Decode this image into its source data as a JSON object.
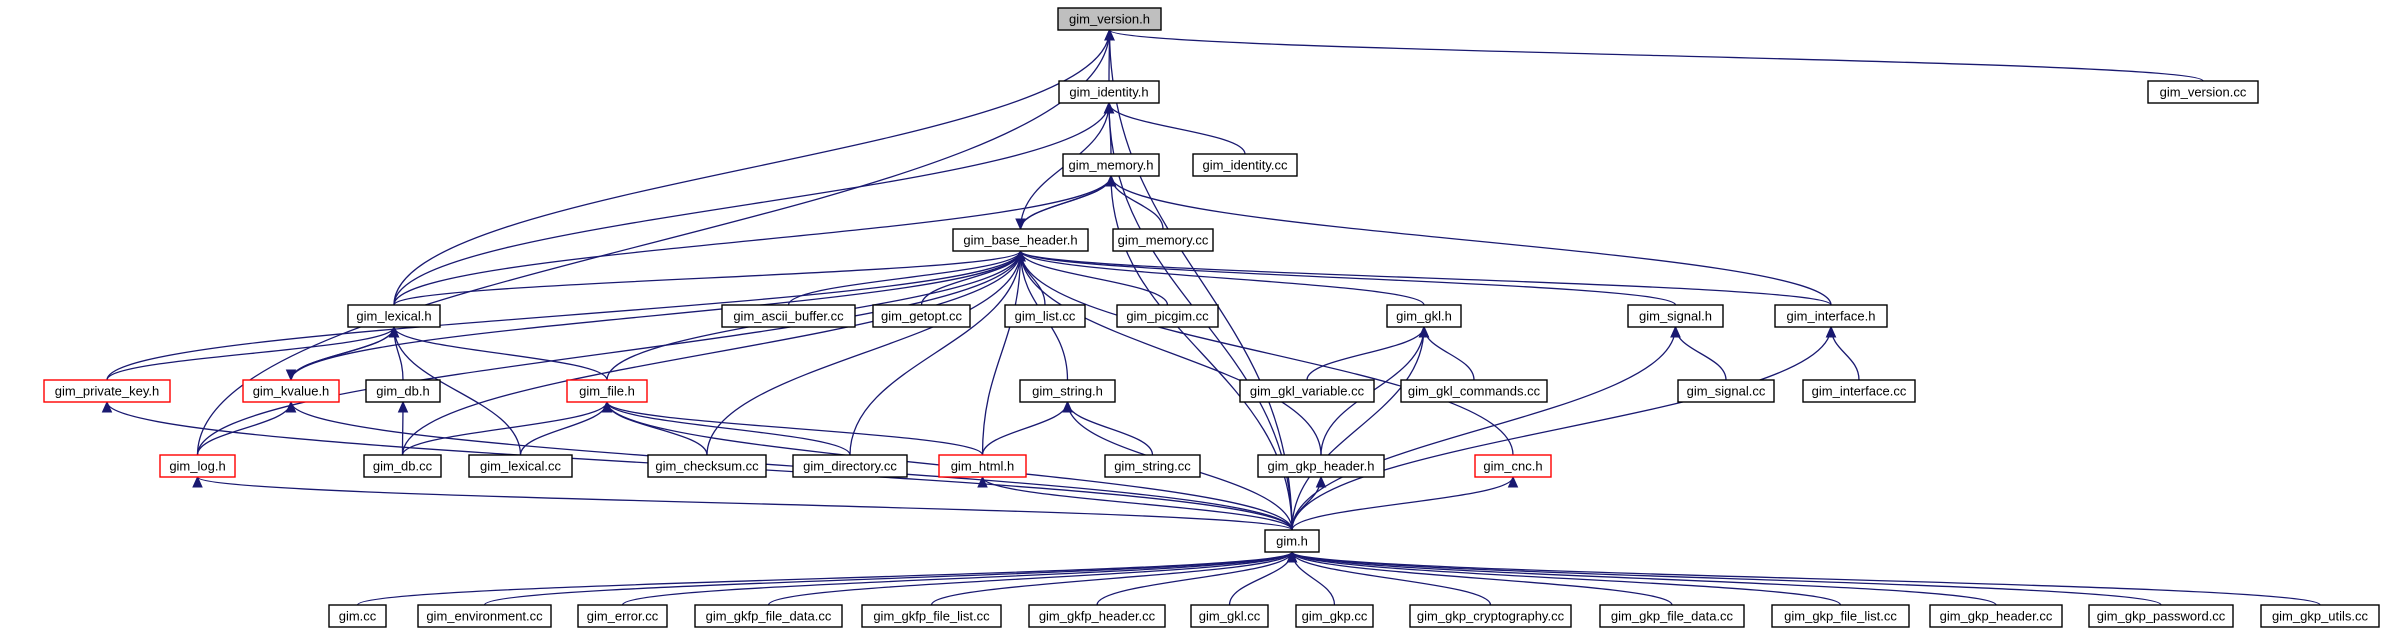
{
  "graph": {
    "colors": {
      "edge": "#191970",
      "node_border": "#000000",
      "node_border_truncated": "#ff0000",
      "root_fill": "#bfbfbf",
      "node_fill": "#ffffff"
    },
    "nodes": [
      {
        "id": "gim_version_h",
        "label": "gim_version.h",
        "style": "root"
      },
      {
        "id": "gim_version_cc",
        "label": "gim_version.cc",
        "style": "normal"
      },
      {
        "id": "gim_identity_h",
        "label": "gim_identity.h",
        "style": "normal"
      },
      {
        "id": "gim_identity_cc",
        "label": "gim_identity.cc",
        "style": "normal"
      },
      {
        "id": "gim_memory_h",
        "label": "gim_memory.h",
        "style": "normal"
      },
      {
        "id": "gim_memory_cc",
        "label": "gim_memory.cc",
        "style": "normal"
      },
      {
        "id": "gim_base_header_h",
        "label": "gim_base_header.h",
        "style": "normal"
      },
      {
        "id": "gim_lexical_h",
        "label": "gim_lexical.h",
        "style": "normal"
      },
      {
        "id": "gim_ascii_buffer_cc",
        "label": "gim_ascii_buffer.cc",
        "style": "normal"
      },
      {
        "id": "gim_getopt_cc",
        "label": "gim_getopt.cc",
        "style": "normal"
      },
      {
        "id": "gim_list_cc",
        "label": "gim_list.cc",
        "style": "normal"
      },
      {
        "id": "gim_picgim_cc",
        "label": "gim_picgim.cc",
        "style": "normal"
      },
      {
        "id": "gim_gkl_h",
        "label": "gim_gkl.h",
        "style": "normal"
      },
      {
        "id": "gim_signal_h",
        "label": "gim_signal.h",
        "style": "normal"
      },
      {
        "id": "gim_interface_h",
        "label": "gim_interface.h",
        "style": "normal"
      },
      {
        "id": "gim_private_key_h",
        "label": "gim_private_key.h",
        "style": "truncated"
      },
      {
        "id": "gim_kvalue_h",
        "label": "gim_kvalue.h",
        "style": "truncated"
      },
      {
        "id": "gim_db_h",
        "label": "gim_db.h",
        "style": "normal"
      },
      {
        "id": "gim_file_h",
        "label": "gim_file.h",
        "style": "truncated"
      },
      {
        "id": "gim_string_h",
        "label": "gim_string.h",
        "style": "normal"
      },
      {
        "id": "gim_gkl_variable_cc",
        "label": "gim_gkl_variable.cc",
        "style": "normal"
      },
      {
        "id": "gim_gkl_commands_cc",
        "label": "gim_gkl_commands.cc",
        "style": "normal"
      },
      {
        "id": "gim_signal_cc",
        "label": "gim_signal.cc",
        "style": "normal"
      },
      {
        "id": "gim_interface_cc",
        "label": "gim_interface.cc",
        "style": "normal"
      },
      {
        "id": "gim_log_h",
        "label": "gim_log.h",
        "style": "truncated"
      },
      {
        "id": "gim_db_cc",
        "label": "gim_db.cc",
        "style": "normal"
      },
      {
        "id": "gim_lexical_cc",
        "label": "gim_lexical.cc",
        "style": "normal"
      },
      {
        "id": "gim_checksum_cc",
        "label": "gim_checksum.cc",
        "style": "normal"
      },
      {
        "id": "gim_directory_cc",
        "label": "gim_directory.cc",
        "style": "normal"
      },
      {
        "id": "gim_html_h",
        "label": "gim_html.h",
        "style": "truncated"
      },
      {
        "id": "gim_string_cc",
        "label": "gim_string.cc",
        "style": "normal"
      },
      {
        "id": "gim_gkp_header_h",
        "label": "gim_gkp_header.h",
        "style": "normal"
      },
      {
        "id": "gim_cnc_h",
        "label": "gim_cnc.h",
        "style": "truncated"
      },
      {
        "id": "gim_h",
        "label": "gim.h",
        "style": "normal"
      },
      {
        "id": "gim_cc",
        "label": "gim.cc",
        "style": "normal"
      },
      {
        "id": "gim_environment_cc",
        "label": "gim_environment.cc",
        "style": "normal"
      },
      {
        "id": "gim_error_cc",
        "label": "gim_error.cc",
        "style": "normal"
      },
      {
        "id": "gim_gkfp_file_data_cc",
        "label": "gim_gkfp_file_data.cc",
        "style": "normal"
      },
      {
        "id": "gim_gkfp_file_list_cc",
        "label": "gim_gkfp_file_list.cc",
        "style": "normal"
      },
      {
        "id": "gim_gkfp_header_cc",
        "label": "gim_gkfp_header.cc",
        "style": "normal"
      },
      {
        "id": "gim_gkl_cc",
        "label": "gim_gkl.cc",
        "style": "normal"
      },
      {
        "id": "gim_gkp_cc",
        "label": "gim_gkp.cc",
        "style": "normal"
      },
      {
        "id": "gim_gkp_cryptography_cc",
        "label": "gim_gkp_cryptography.cc",
        "style": "normal"
      },
      {
        "id": "gim_gkp_file_data_cc",
        "label": "gim_gkp_file_data.cc",
        "style": "normal"
      },
      {
        "id": "gim_gkp_file_list_cc",
        "label": "gim_gkp_file_list.cc",
        "style": "normal"
      },
      {
        "id": "gim_gkp_header_cc",
        "label": "gim_gkp_header.cc",
        "style": "normal"
      },
      {
        "id": "gim_gkp_password_cc",
        "label": "gim_gkp_password.cc",
        "style": "normal"
      },
      {
        "id": "gim_gkp_utils_cc",
        "label": "gim_gkp_utils.cc",
        "style": "normal"
      }
    ],
    "edges": [
      [
        "gim_version_h",
        "gim_identity_h"
      ],
      [
        "gim_version_h",
        "gim_lexical_h"
      ],
      [
        "gim_version_h",
        "gim_log_h"
      ],
      [
        "gim_version_h",
        "gim_version_cc"
      ],
      [
        "gim_version_h",
        "gim_h"
      ],
      [
        "gim_identity_h",
        "gim_memory_h"
      ],
      [
        "gim_identity_h",
        "gim_base_header_h"
      ],
      [
        "gim_identity_h",
        "gim_lexical_h"
      ],
      [
        "gim_identity_h",
        "gim_identity_cc"
      ],
      [
        "gim_identity_h",
        "gim_h"
      ],
      [
        "gim_memory_h",
        "gim_base_header_h"
      ],
      [
        "gim_memory_h",
        "gim_memory_cc"
      ],
      [
        "gim_memory_h",
        "gim_lexical_h"
      ],
      [
        "gim_memory_h",
        "gim_interface_h"
      ],
      [
        "gim_memory_h",
        "gim_h"
      ],
      [
        "gim_base_header_h",
        "gim_memory_h"
      ],
      [
        "gim_base_header_h",
        "gim_lexical_h"
      ],
      [
        "gim_base_header_h",
        "gim_ascii_buffer_cc"
      ],
      [
        "gim_base_header_h",
        "gim_getopt_cc"
      ],
      [
        "gim_base_header_h",
        "gim_list_cc"
      ],
      [
        "gim_base_header_h",
        "gim_picgim_cc"
      ],
      [
        "gim_base_header_h",
        "gim_gkl_h"
      ],
      [
        "gim_base_header_h",
        "gim_signal_h"
      ],
      [
        "gim_base_header_h",
        "gim_interface_h"
      ],
      [
        "gim_base_header_h",
        "gim_private_key_h"
      ],
      [
        "gim_base_header_h",
        "gim_kvalue_h"
      ],
      [
        "gim_base_header_h",
        "gim_file_h"
      ],
      [
        "gim_base_header_h",
        "gim_string_h"
      ],
      [
        "gim_base_header_h",
        "gim_log_h"
      ],
      [
        "gim_base_header_h",
        "gim_db_cc"
      ],
      [
        "gim_base_header_h",
        "gim_checksum_cc"
      ],
      [
        "gim_base_header_h",
        "gim_directory_cc"
      ],
      [
        "gim_base_header_h",
        "gim_html_h"
      ],
      [
        "gim_base_header_h",
        "gim_gkp_header_h"
      ],
      [
        "gim_base_header_h",
        "gim_cnc_h"
      ],
      [
        "gim_lexical_h",
        "gim_private_key_h"
      ],
      [
        "gim_lexical_h",
        "gim_kvalue_h"
      ],
      [
        "gim_lexical_h",
        "gim_db_h"
      ],
      [
        "gim_lexical_h",
        "gim_file_h"
      ],
      [
        "gim_lexical_h",
        "gim_lexical_cc"
      ],
      [
        "gim_kvalue_h",
        "gim_lexical_h"
      ],
      [
        "gim_kvalue_h",
        "gim_log_h"
      ],
      [
        "gim_kvalue_h",
        "gim_h"
      ],
      [
        "gim_private_key_h",
        "gim_h"
      ],
      [
        "gim_db_h",
        "gim_db_cc"
      ],
      [
        "gim_file_h",
        "gim_db_cc"
      ],
      [
        "gim_file_h",
        "gim_lexical_cc"
      ],
      [
        "gim_file_h",
        "gim_checksum_cc"
      ],
      [
        "gim_file_h",
        "gim_directory_cc"
      ],
      [
        "gim_file_h",
        "gim_html_h"
      ],
      [
        "gim_file_h",
        "gim_h"
      ],
      [
        "gim_gkl_h",
        "gim_gkl_variable_cc"
      ],
      [
        "gim_gkl_h",
        "gim_gkl_commands_cc"
      ],
      [
        "gim_gkl_h",
        "gim_gkp_header_h"
      ],
      [
        "gim_gkl_h",
        "gim_h"
      ],
      [
        "gim_signal_h",
        "gim_signal_cc"
      ],
      [
        "gim_signal_h",
        "gim_h"
      ],
      [
        "gim_interface_h",
        "gim_interface_cc"
      ],
      [
        "gim_interface_h",
        "gim_h"
      ],
      [
        "gim_string_h",
        "gim_html_h"
      ],
      [
        "gim_string_h",
        "gim_string_cc"
      ],
      [
        "gim_string_h",
        "gim_h"
      ],
      [
        "gim_log_h",
        "gim_h"
      ],
      [
        "gim_html_h",
        "gim_h"
      ],
      [
        "gim_gkp_header_h",
        "gim_h"
      ],
      [
        "gim_cnc_h",
        "gim_h"
      ],
      [
        "gim_h",
        "gim_cc"
      ],
      [
        "gim_h",
        "gim_environment_cc"
      ],
      [
        "gim_h",
        "gim_error_cc"
      ],
      [
        "gim_h",
        "gim_gkfp_file_data_cc"
      ],
      [
        "gim_h",
        "gim_gkfp_file_list_cc"
      ],
      [
        "gim_h",
        "gim_gkfp_header_cc"
      ],
      [
        "gim_h",
        "gim_gkl_cc"
      ],
      [
        "gim_h",
        "gim_gkp_cc"
      ],
      [
        "gim_h",
        "gim_gkp_cryptography_cc"
      ],
      [
        "gim_h",
        "gim_gkp_file_data_cc"
      ],
      [
        "gim_h",
        "gim_gkp_file_list_cc"
      ],
      [
        "gim_h",
        "gim_gkp_header_cc"
      ],
      [
        "gim_h",
        "gim_gkp_password_cc"
      ],
      [
        "gim_h",
        "gim_gkp_utils_cc"
      ]
    ]
  }
}
